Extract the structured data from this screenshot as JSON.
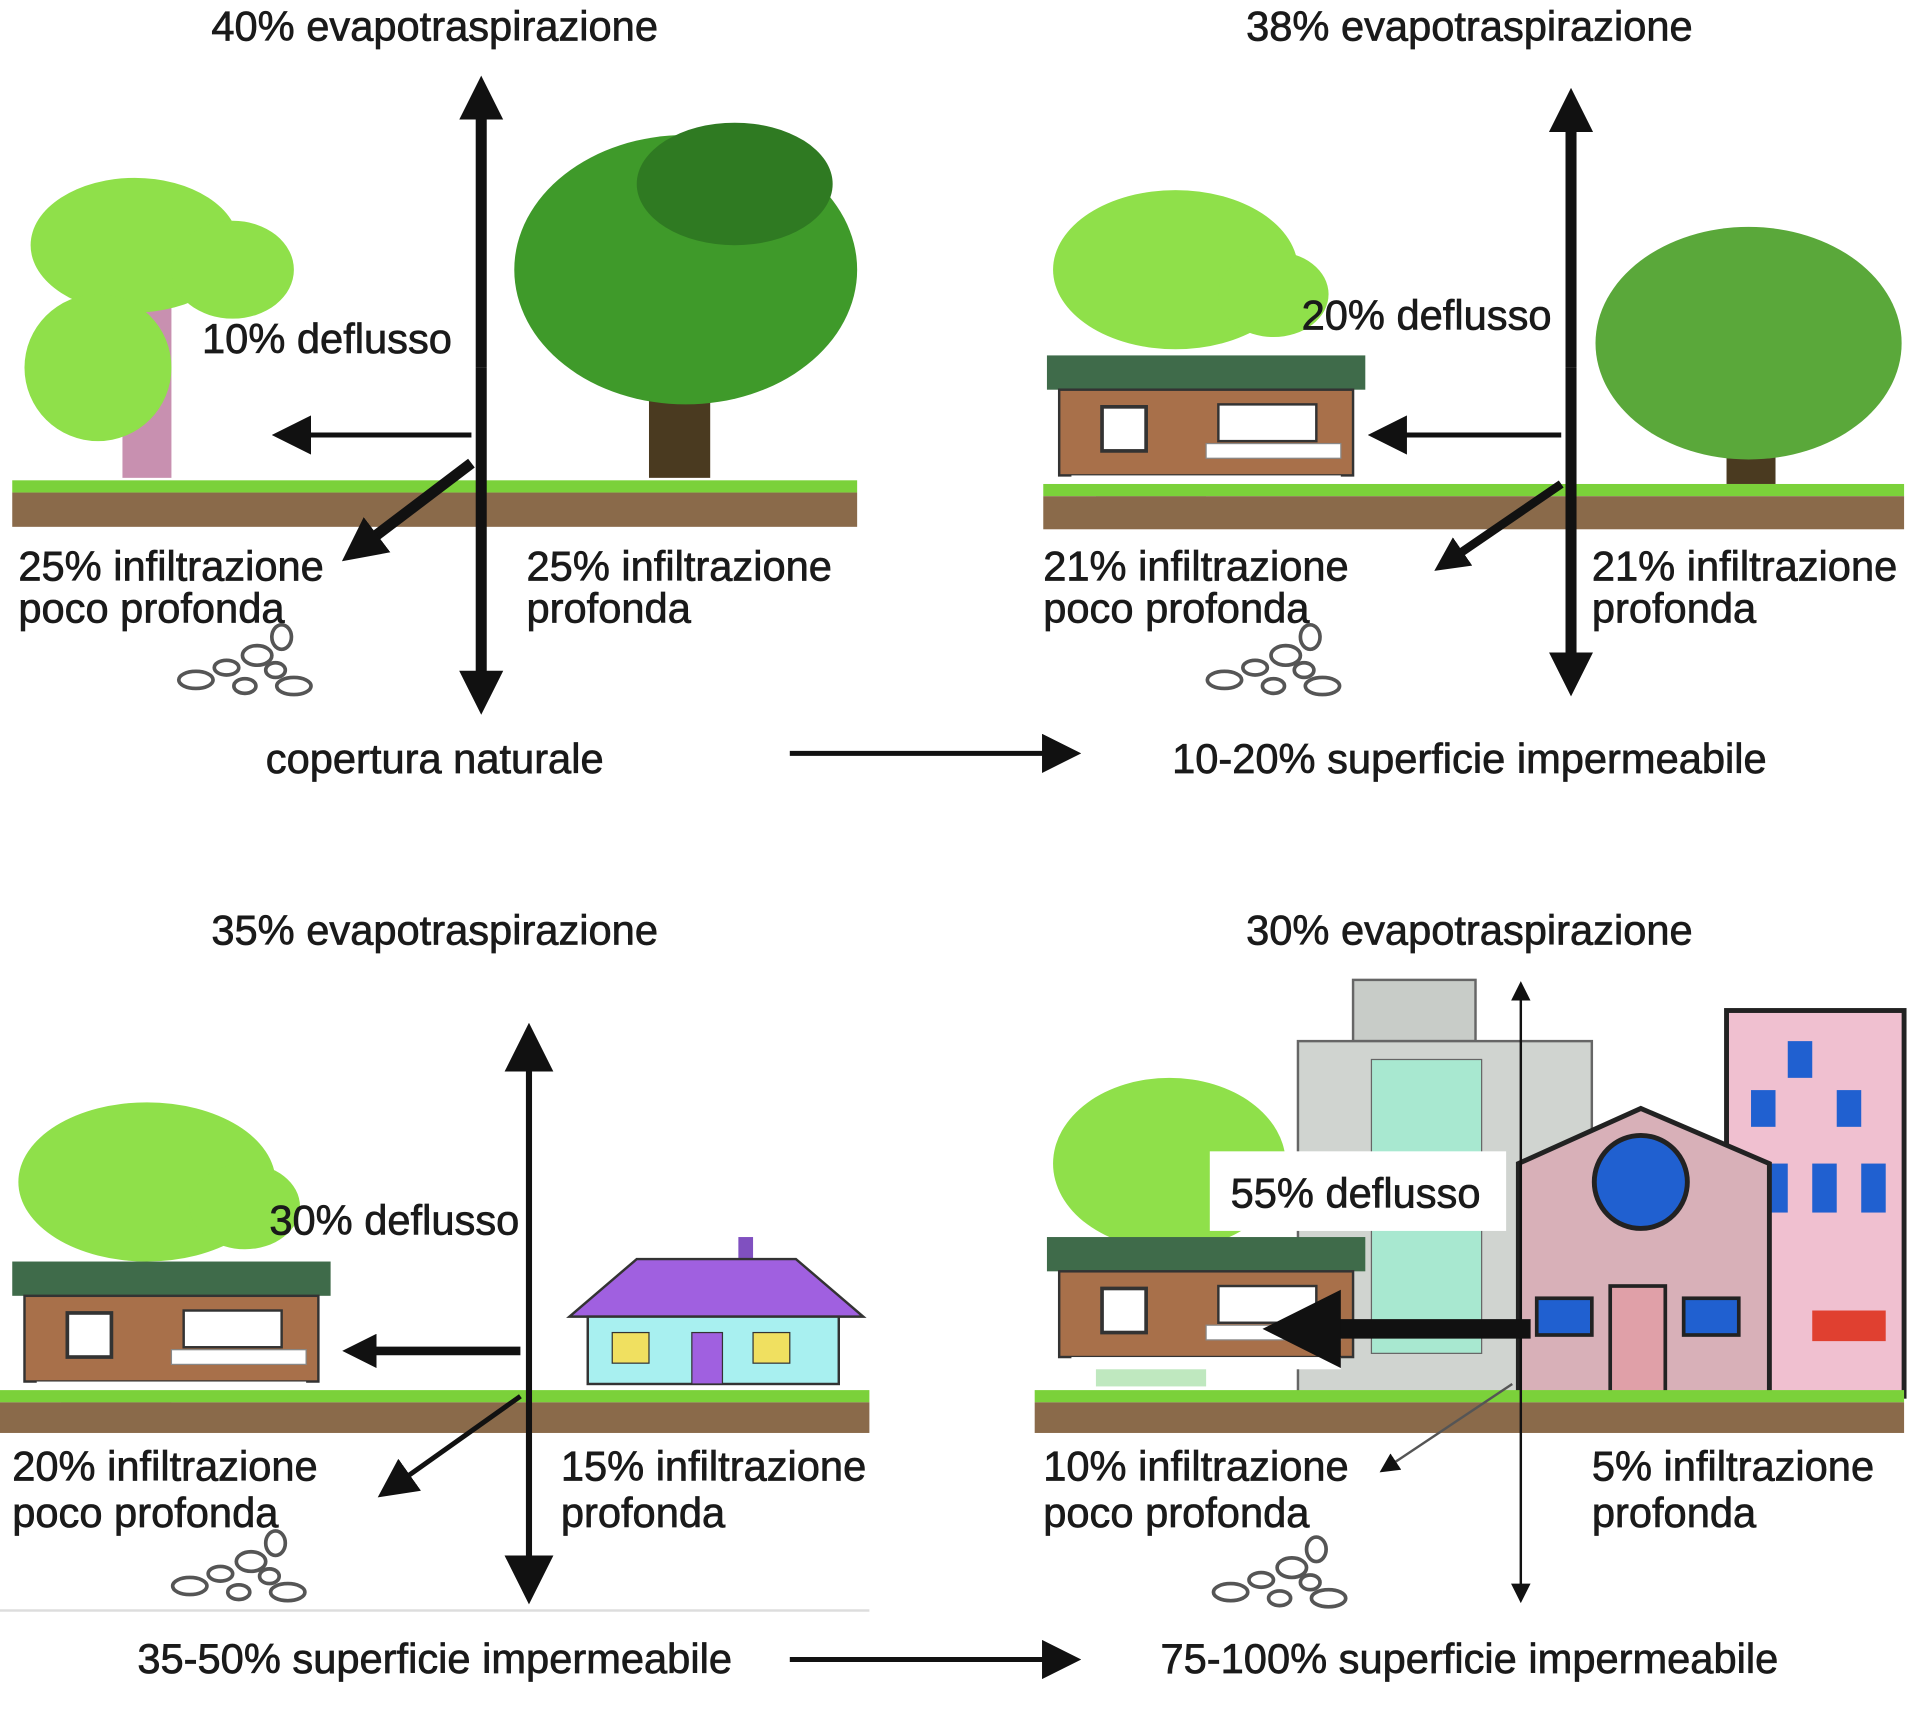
{
  "colors": {
    "light_tree": "#8fe04a",
    "dark_tree": "#3f9a2a",
    "grass": "#7bd13a",
    "soil": "#8a6a4a",
    "roof": "#3f6b4a",
    "purple_roof": "#a060e0",
    "pink": "#e8b8c8",
    "gray": "#c8ccc8"
  },
  "panels": [
    {
      "evap": "40% evapotraspirazione",
      "runoff": "10% deflusso",
      "shallow_1": "25% infiltrazione",
      "shallow_2": "poco profonda",
      "deep_1": "25% infiltrazione",
      "deep_2": "profonda",
      "caption": "copertura naturale"
    },
    {
      "evap": "38% evapotraspirazione",
      "runoff": "20% deflusso",
      "shallow_1": "21% infiltrazione",
      "shallow_2": "poco profonda",
      "deep_1": "21% infiltrazione",
      "deep_2": "profonda",
      "caption": "10-20% superficie impermeabile"
    },
    {
      "evap": "35% evapotraspirazione",
      "runoff": "30% deflusso",
      "shallow_1": "20% infiltrazione",
      "shallow_2": "poco profonda",
      "deep_1": "15% infiltrazione",
      "deep_2": "profonda",
      "caption": "35-50% superficie impermeabile"
    },
    {
      "evap": "30% evapotraspirazione",
      "runoff": "55% deflusso",
      "shallow_1": "10% infiltrazione",
      "shallow_2": "poco profonda",
      "deep_1": "5% infiltrazione",
      "deep_2": "profonda",
      "caption": "75-100% superficie impermeabile"
    }
  ]
}
